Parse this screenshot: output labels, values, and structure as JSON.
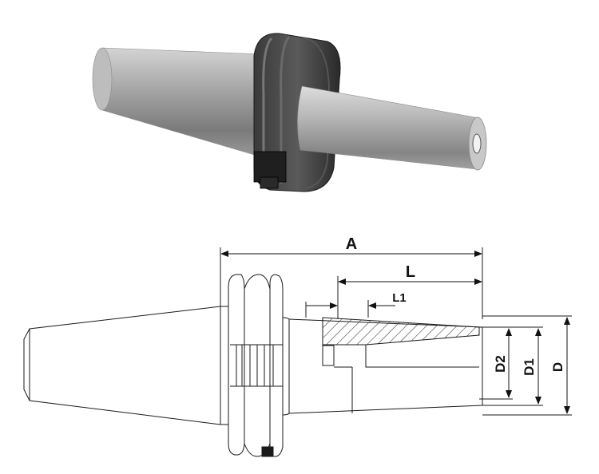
{
  "drawing": {
    "labels": {
      "A": "A",
      "L": "L",
      "L1": "L1",
      "D": "D",
      "D1": "D1",
      "D2": "D2"
    }
  },
  "colors": {
    "line": "#1a1a1a",
    "hatch": "#333333",
    "metal_light": "#c9c9c9",
    "metal_mid": "#8e8e8e",
    "metal_dark": "#4a4a4a",
    "flange_dark": "#2b2b2b"
  }
}
